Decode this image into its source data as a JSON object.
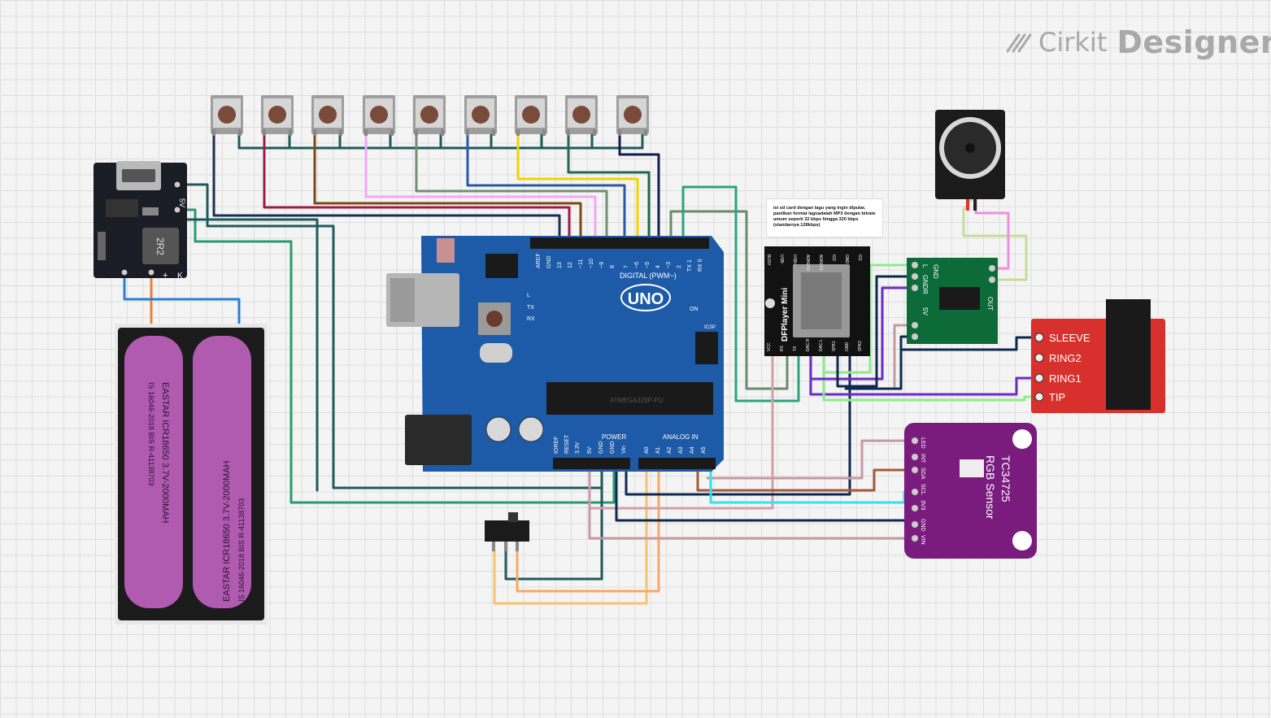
{
  "app": {
    "brand_word1": "Cirkit",
    "brand_word2": "Designer"
  },
  "note": {
    "text": "isi sd card dengan lagu yang ingin diputar, pastikan format laguadalah MP3 dengan bitrate umum seperti 32 kbps hingga 320 kbps (standarnya 128kbps)"
  },
  "arduino": {
    "model_label": "UNO",
    "digital_label": "DIGITAL (PWM~)",
    "power_label": "POWER",
    "analog_label": "ANALOG IN",
    "on_label": "ON",
    "icsp_label": "ICSP",
    "tx_label": "TX",
    "rx_label": "RX",
    "l_label": "L",
    "chip_label": "ATMEGA328P-PU",
    "digital_pins": [
      "AREF",
      "GND",
      "13",
      "12",
      "~11",
      "~10",
      "~9",
      "8",
      "7",
      "~6",
      "~5",
      "4",
      "~3",
      "2",
      "TX 1",
      "RX 0"
    ],
    "power_pins": [
      "IOREF",
      "RESET",
      "3.3V",
      "5V",
      "GND",
      "GND",
      "Vin"
    ],
    "analog_pins": [
      "A0",
      "A1",
      "A2",
      "A3",
      "A4",
      "A5"
    ]
  },
  "charger": {
    "label_5v": "5V",
    "label_plus": "+",
    "label_minus": "-",
    "label_k": "K",
    "inductor_label": "2R2"
  },
  "battery": {
    "cell_text": "EASTAR ICR18650 3.7V-2000MAH",
    "cell_text2": "IS 16046-2018 BIS R-41138703"
  },
  "dfplayer": {
    "name": "DFPlayer Mini",
    "pins_top": [
      "BUSY",
      "USB-",
      "USB+",
      "ADKEY2",
      "ADKEY1",
      "IO2",
      "GND",
      "IO1"
    ],
    "pins_bottom": [
      "VCC",
      "RX",
      "TX",
      "DAC R",
      "DAC L",
      "SPK1",
      "GND",
      "SPK2"
    ]
  },
  "amp": {
    "labels": [
      "L",
      "GND",
      "R",
      "5V",
      "GND",
      "OUT"
    ]
  },
  "jack": {
    "pins": [
      "SLEEVE",
      "RING2",
      "RING1",
      "TIP"
    ]
  },
  "sensor": {
    "name": "TC34725",
    "subtitle": "RGB Sensor",
    "pins": [
      "LED",
      "INT",
      "SDA",
      "SCL",
      "3V3",
      "GND",
      "VIN"
    ]
  },
  "buttons": {
    "count": 9
  },
  "colors": {
    "arduino_blue": "#1d5aa8",
    "sensor_purple": "#7a1c7e",
    "amp_green": "#0d6b3a",
    "jack_red": "#d8302c"
  }
}
